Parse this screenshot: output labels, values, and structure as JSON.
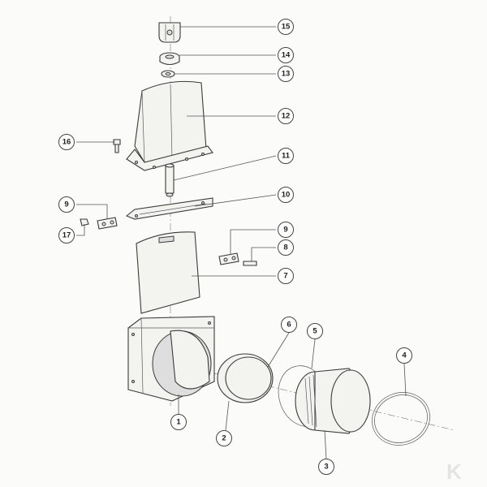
{
  "callouts": [
    "15",
    "14",
    "13",
    "12",
    "16",
    "11",
    "10",
    "9",
    "17",
    "9",
    "8",
    "7",
    "6",
    "5",
    "4",
    "1",
    "2",
    "3"
  ],
  "watermark": "K",
  "colors": {
    "line": "#3a3a3a",
    "part_fill": "#f3f3f0",
    "callout_border": "#444444",
    "background": "#fbfbf9"
  }
}
